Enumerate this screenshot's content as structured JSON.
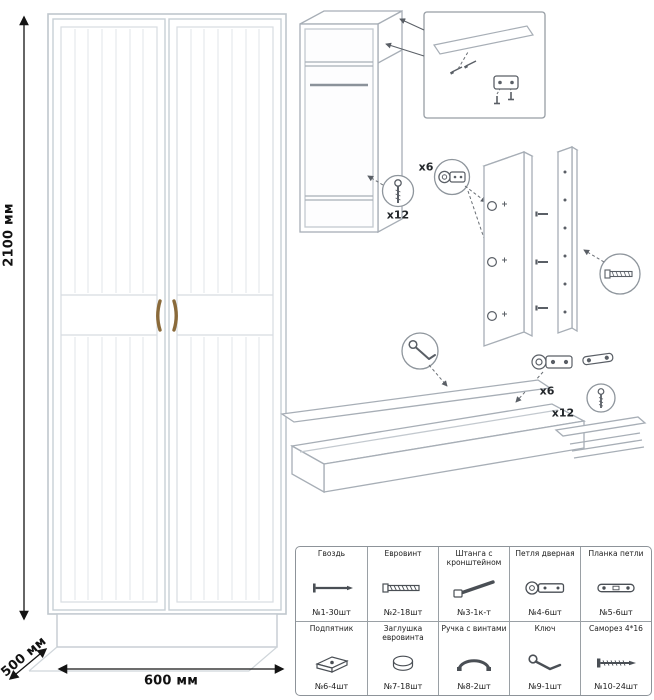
{
  "dimensions": {
    "height": "2100 мм",
    "depth": "500 мм",
    "width": "600 мм"
  },
  "assembly": {
    "top_screw_count": "x12",
    "top_hinge_count": "x6",
    "bottom_hinge_count": "x6",
    "bottom_screw_count": "x12"
  },
  "parts": {
    "rows": [
      [
        {
          "name": "Гвоздь",
          "icon": "nail-icon",
          "count": "№1-30шт"
        },
        {
          "name": "Евровинт",
          "icon": "euroscrew-icon",
          "count": "№2-18шт"
        },
        {
          "name": "Штанга с кронштейном",
          "icon": "rod-icon",
          "count": "№3-1к-т"
        },
        {
          "name": "Петля дверная",
          "icon": "hinge-icon",
          "count": "№4-6шт"
        },
        {
          "name": "Планка петли",
          "icon": "hinge-plate-icon",
          "count": "№5-6шт"
        }
      ],
      [
        {
          "name": "Подпятник",
          "icon": "foot-icon",
          "count": "№6-4шт"
        },
        {
          "name": "Заглушка евровинта",
          "icon": "cap-icon",
          "count": "№7-18шт"
        },
        {
          "name": "Ручка с винтами",
          "icon": "handle-icon",
          "count": "№8-2шт"
        },
        {
          "name": "Ключ",
          "icon": "key-icon",
          "count": "№9-1шт"
        },
        {
          "name": "Саморез 4*16",
          "icon": "screw-icon",
          "count": "№10-24шт"
        }
      ]
    ]
  },
  "colors": {
    "background": "#ffffff",
    "furniture_outline": "#bfc7cd",
    "line_art": "#a7aeb6",
    "hardware": "#4a4f55",
    "dimension": "#141414",
    "handle_brass": "#8a6a3a",
    "table_border": "#8d9399"
  }
}
